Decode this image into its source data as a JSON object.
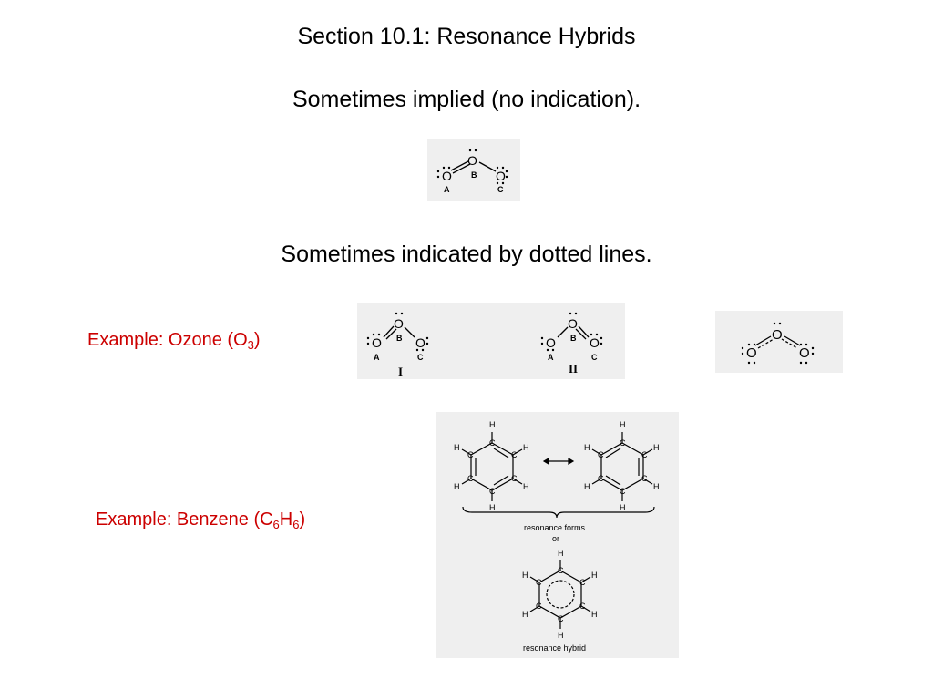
{
  "slide": {
    "title": "Section 10.1:  Resonance Hybrids",
    "implied_text": "Sometimes implied (no indication).",
    "dotted_text": "Sometimes indicated by dotted lines."
  },
  "ozone_example": {
    "prefix": "Example:  Ozone (O",
    "subscript": "3",
    "suffix": ")"
  },
  "benzene_example": {
    "prefix": "Example:  Benzene (C",
    "sub1": "6",
    "mid": "H",
    "sub2": "6",
    "suffix": ")"
  },
  "ozone_figures": {
    "atom_symbol": "O",
    "label_a": "A",
    "label_b": "B",
    "label_c": "C",
    "form_one": "I",
    "form_two": "II"
  },
  "benzene_figure": {
    "atom_c": "C",
    "atom_h": "H",
    "resonance_forms": "resonance forms",
    "or": "or",
    "resonance_hybrid": "resonance hybrid"
  }
}
